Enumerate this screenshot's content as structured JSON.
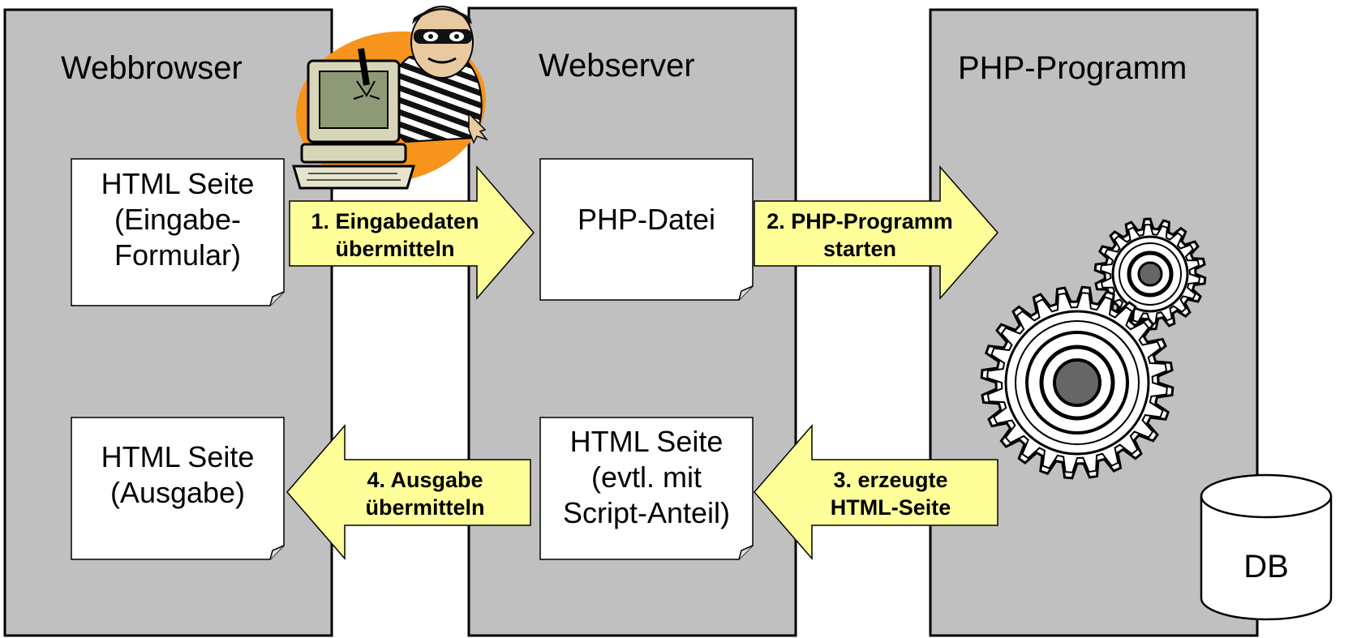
{
  "columns": {
    "browser": {
      "title": "Webbrowser"
    },
    "server": {
      "title": "Webserver"
    },
    "program": {
      "title": "PHP-Programm"
    }
  },
  "documents": {
    "input_page": {
      "lines": [
        "HTML Seite",
        "(Eingabe-",
        "Formular)"
      ]
    },
    "php_file": {
      "lines": [
        "PHP-Datei"
      ]
    },
    "output_page_server": {
      "lines": [
        "HTML Seite",
        "(evtl. mit",
        "Script-Anteil)"
      ]
    },
    "output_page_browser": {
      "lines": [
        "HTML Seite",
        "(Ausgabe)"
      ]
    }
  },
  "arrows": {
    "step1": {
      "lines": [
        "1. Eingabedaten",
        "übermitteln"
      ]
    },
    "step2": {
      "lines": [
        "2. PHP-Programm",
        "starten"
      ]
    },
    "step3": {
      "lines": [
        "3. erzeugte",
        "HTML-Seite"
      ]
    },
    "step4": {
      "lines": [
        "4. Ausgabe",
        "übermitteln"
      ]
    }
  },
  "database": {
    "label": "DB"
  },
  "icons": {
    "hacker": "hacker-with-computer-icon",
    "gears": "gears-icon"
  },
  "colors": {
    "column_fill": "#c0c0c0",
    "arrow_fill": "#ffff99",
    "document_fill": "#ffffff",
    "hacker_background": "#f7941d"
  }
}
